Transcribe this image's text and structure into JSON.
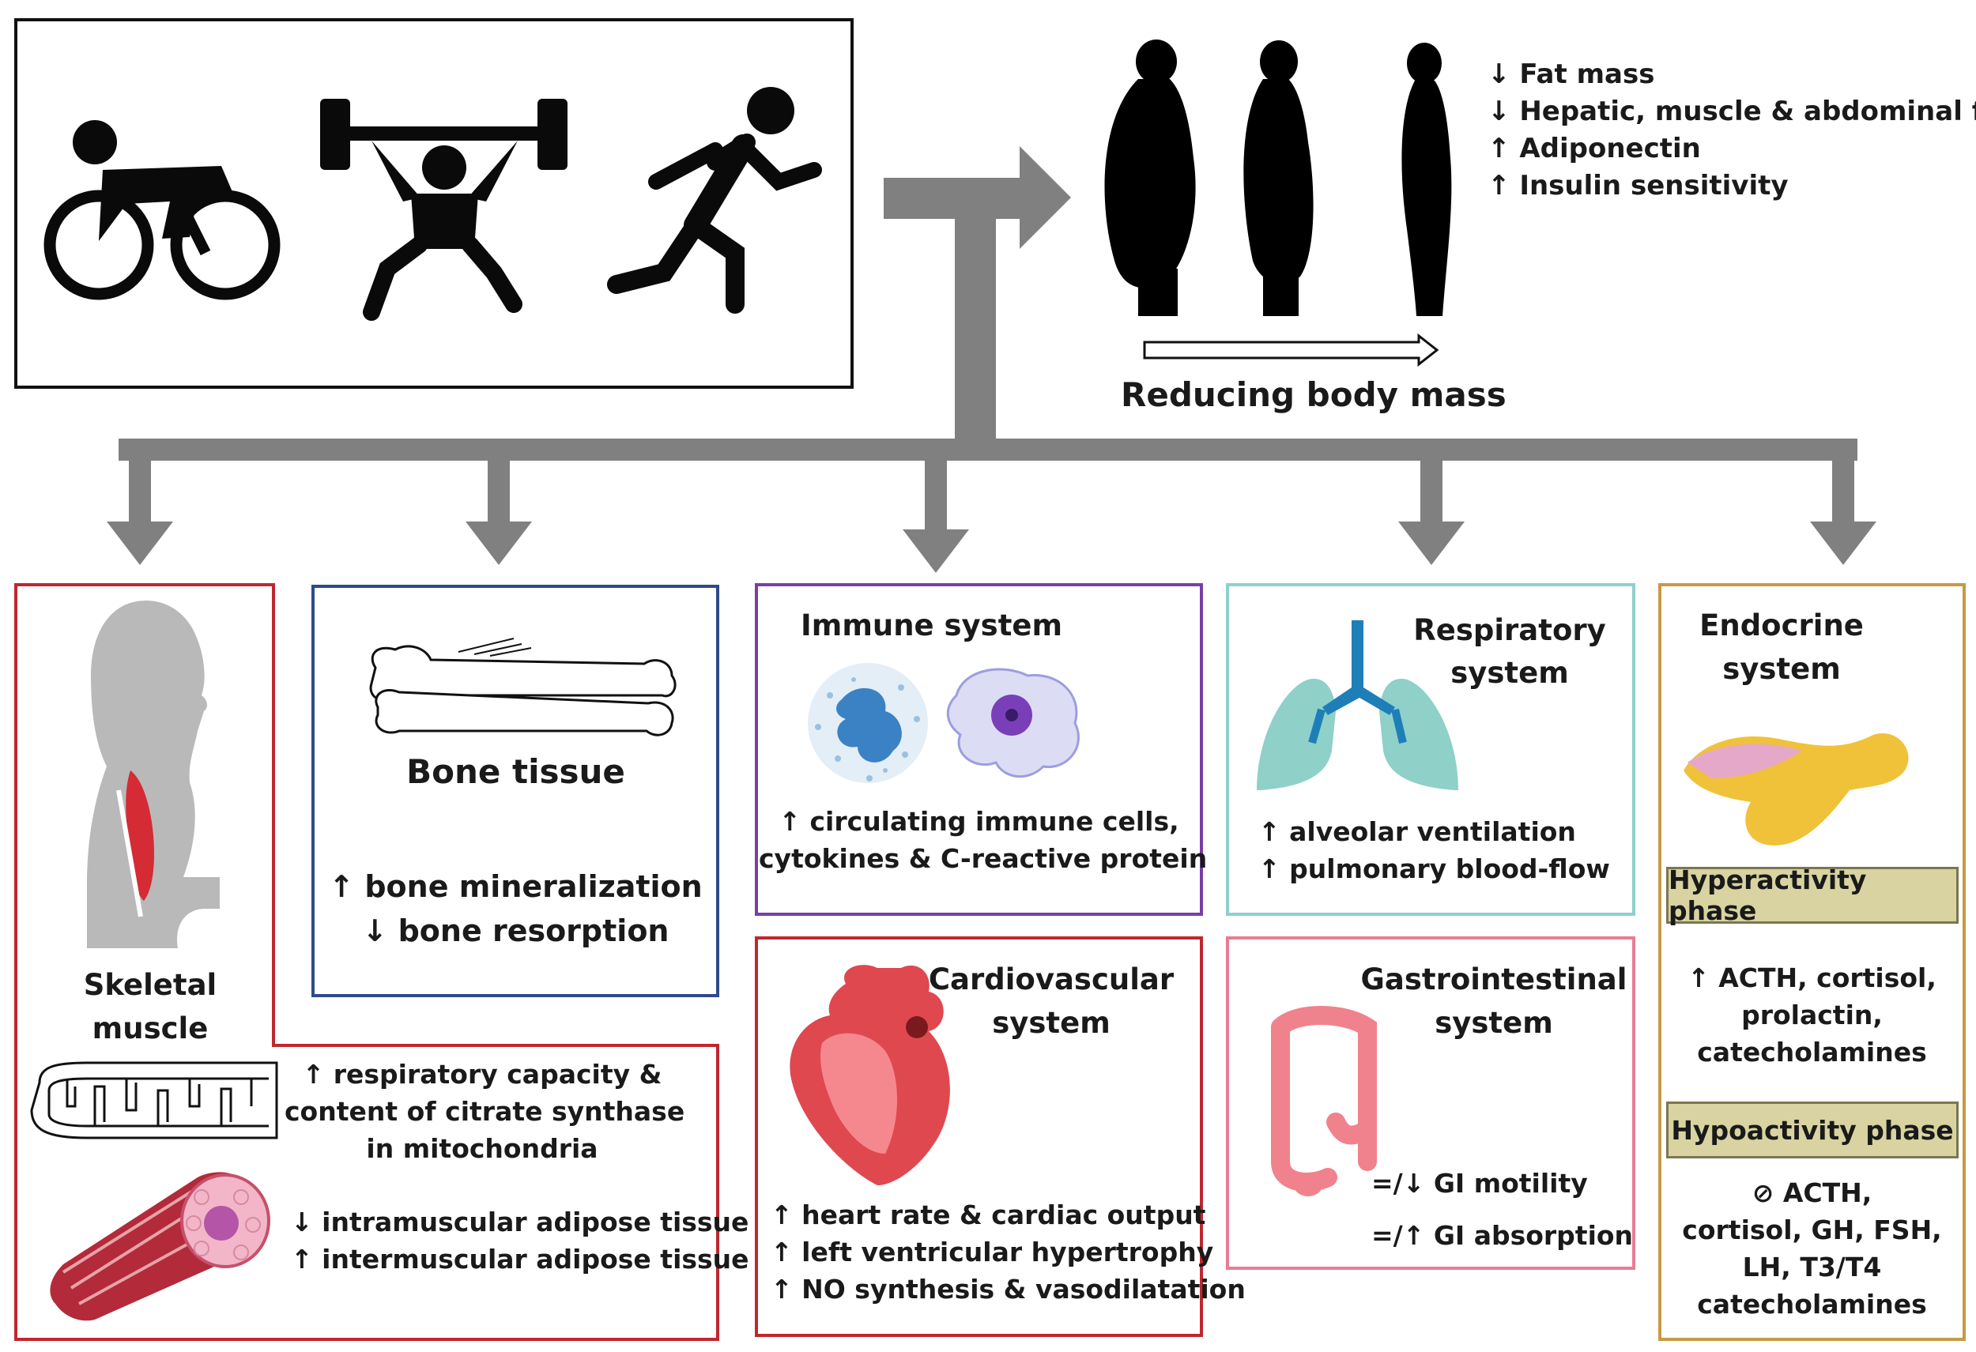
{
  "colors": {
    "arrow": "#808080",
    "skeletal_border": "#c0272d",
    "bone_border": "#2e4a8c",
    "immune_border": "#7a3fa6",
    "respiratory_border": "#8fd0cc",
    "cardio_border": "#c0272d",
    "gi_border": "#e87c95",
    "endocrine_border": "#c89a45",
    "phase_fill": "#d8d3a0"
  },
  "top": {
    "activity_icons": [
      "cyclist-icon",
      "weightlifter-icon",
      "runner-icon"
    ],
    "body_mass": {
      "silhouettes": [
        "obese-silhouette-icon",
        "overweight-silhouette-icon",
        "slim-silhouette-icon"
      ],
      "label": "Reducing body mass",
      "effects": [
        "↓ Fat mass",
        "↓ Hepatic, muscle & abdominal fat",
        "↑ Adiponectin",
        "↑ Insulin sensitivity"
      ]
    }
  },
  "skeletal": {
    "title_lines": [
      "Skeletal",
      "muscle"
    ],
    "effects_a": [
      "↑ respiratory capacity &",
      "content of citrate synthase",
      "in mitochondria"
    ],
    "effects_b": [
      "↓ intramuscular adipose tissue",
      "↑ intermuscular adipose tissue"
    ]
  },
  "bone": {
    "title": "Bone tissue",
    "effects": [
      "↑ bone mineralization",
      "↓ bone resorption"
    ]
  },
  "immune": {
    "title": "Immune system",
    "effects": [
      "↑ circulating immune cells,",
      "cytokines & C-reactive protein"
    ]
  },
  "respiratory": {
    "title_lines": [
      "Respiratory",
      "system"
    ],
    "effects": [
      "↑ alveolar ventilation",
      "↑ pulmonary blood-flow"
    ]
  },
  "cardio": {
    "title_lines": [
      "Cardiovascular",
      "system"
    ],
    "effects": [
      "↑ heart rate & cardiac output",
      "↑ left ventricular hypertrophy",
      "↑ NO synthesis & vasodilatation"
    ]
  },
  "gi": {
    "title_lines": [
      "Gastrointestinal",
      "system"
    ],
    "effects": [
      "=/↓ GI motility",
      "=/↑ GI absorption"
    ]
  },
  "endocrine": {
    "title_lines": [
      "Endocrine",
      "system"
    ],
    "hyper": {
      "label": "Hyperactivity phase",
      "effects": [
        "↑ ACTH, cortisol,",
        "prolactin,",
        "catecholamines"
      ]
    },
    "hypo": {
      "label": "Hypoactivity phase",
      "effects": [
        "⊘ ACTH,",
        "cortisol, GH, FSH,",
        "LH, T3/T4",
        "catecholamines"
      ]
    }
  }
}
